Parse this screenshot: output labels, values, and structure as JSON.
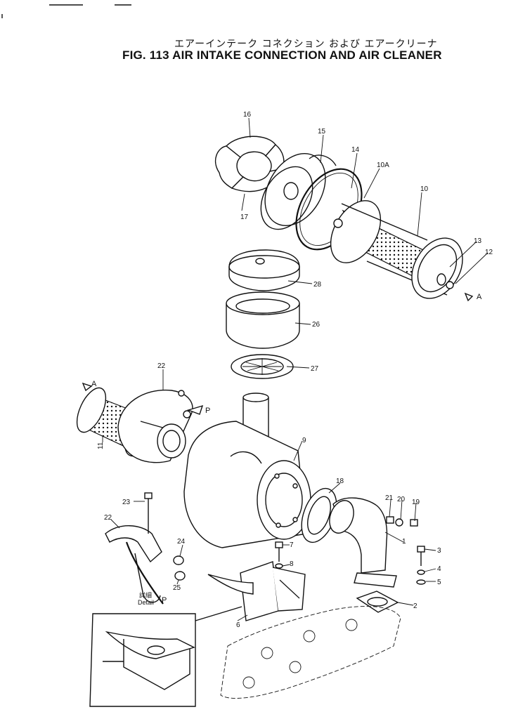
{
  "header": {
    "title_jp": "エアーインテーク コネクション および エアークリーナ",
    "title_en": "FIG. 113  AIR INTAKE CONNECTION AND AIR CLEANER"
  },
  "callouts": [
    {
      "id": "c16",
      "label": "16"
    },
    {
      "id": "c15",
      "label": "15"
    },
    {
      "id": "c14",
      "label": "14"
    },
    {
      "id": "c10a",
      "label": "10A"
    },
    {
      "id": "c10",
      "label": "10"
    },
    {
      "id": "c13",
      "label": "13"
    },
    {
      "id": "c12",
      "label": "12"
    },
    {
      "id": "c17",
      "label": "17"
    },
    {
      "id": "c28",
      "label": "28"
    },
    {
      "id": "c26",
      "label": "26"
    },
    {
      "id": "c27",
      "label": "27"
    },
    {
      "id": "c22a",
      "label": "22"
    },
    {
      "id": "c11",
      "label": "11"
    },
    {
      "id": "c9",
      "label": "9"
    },
    {
      "id": "c18",
      "label": "18"
    },
    {
      "id": "c21",
      "label": "21"
    },
    {
      "id": "c20",
      "label": "20"
    },
    {
      "id": "c19",
      "label": "19"
    },
    {
      "id": "c1",
      "label": "1"
    },
    {
      "id": "c3",
      "label": "3"
    },
    {
      "id": "c4",
      "label": "4"
    },
    {
      "id": "c5",
      "label": "5"
    },
    {
      "id": "c2",
      "label": "2"
    },
    {
      "id": "c23",
      "label": "23"
    },
    {
      "id": "c22b",
      "label": "22"
    },
    {
      "id": "c24",
      "label": "24"
    },
    {
      "id": "c25",
      "label": "25"
    },
    {
      "id": "c7",
      "label": "7"
    },
    {
      "id": "c8",
      "label": "8"
    },
    {
      "id": "c6",
      "label": "6"
    }
  ],
  "view_markers": {
    "a_right": "A",
    "a_left": "A",
    "p": "P"
  },
  "detail": {
    "jp": "詳細",
    "en": "Detail",
    "letter": "P"
  }
}
